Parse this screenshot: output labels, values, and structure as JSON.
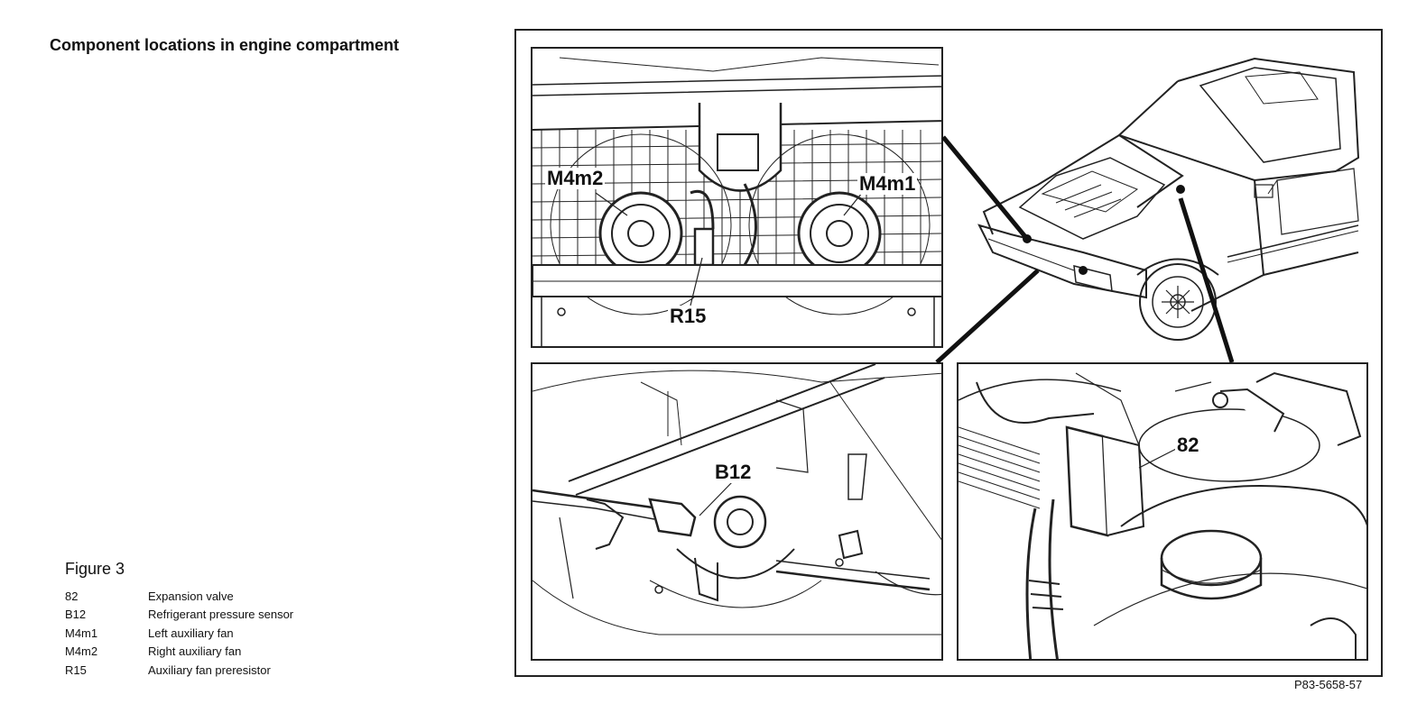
{
  "title": "Component locations in engine compartment",
  "figure_label": "Figure 3",
  "legend": [
    {
      "code": "82",
      "description": "Expansion valve"
    },
    {
      "code": "B12",
      "description": "Refrigerant pressure sensor"
    },
    {
      "code": "M4m1",
      "description": "Left auxiliary fan"
    },
    {
      "code": "M4m2",
      "description": "Right auxiliary fan"
    },
    {
      "code": "R15",
      "description": "Auxiliary fan preresistor"
    }
  ],
  "callouts": {
    "m4m2": "M4m2",
    "m4m1": "M4m1",
    "r15": "R15",
    "b12": "B12",
    "c82": "82"
  },
  "reference_code": "P83-5658-57"
}
